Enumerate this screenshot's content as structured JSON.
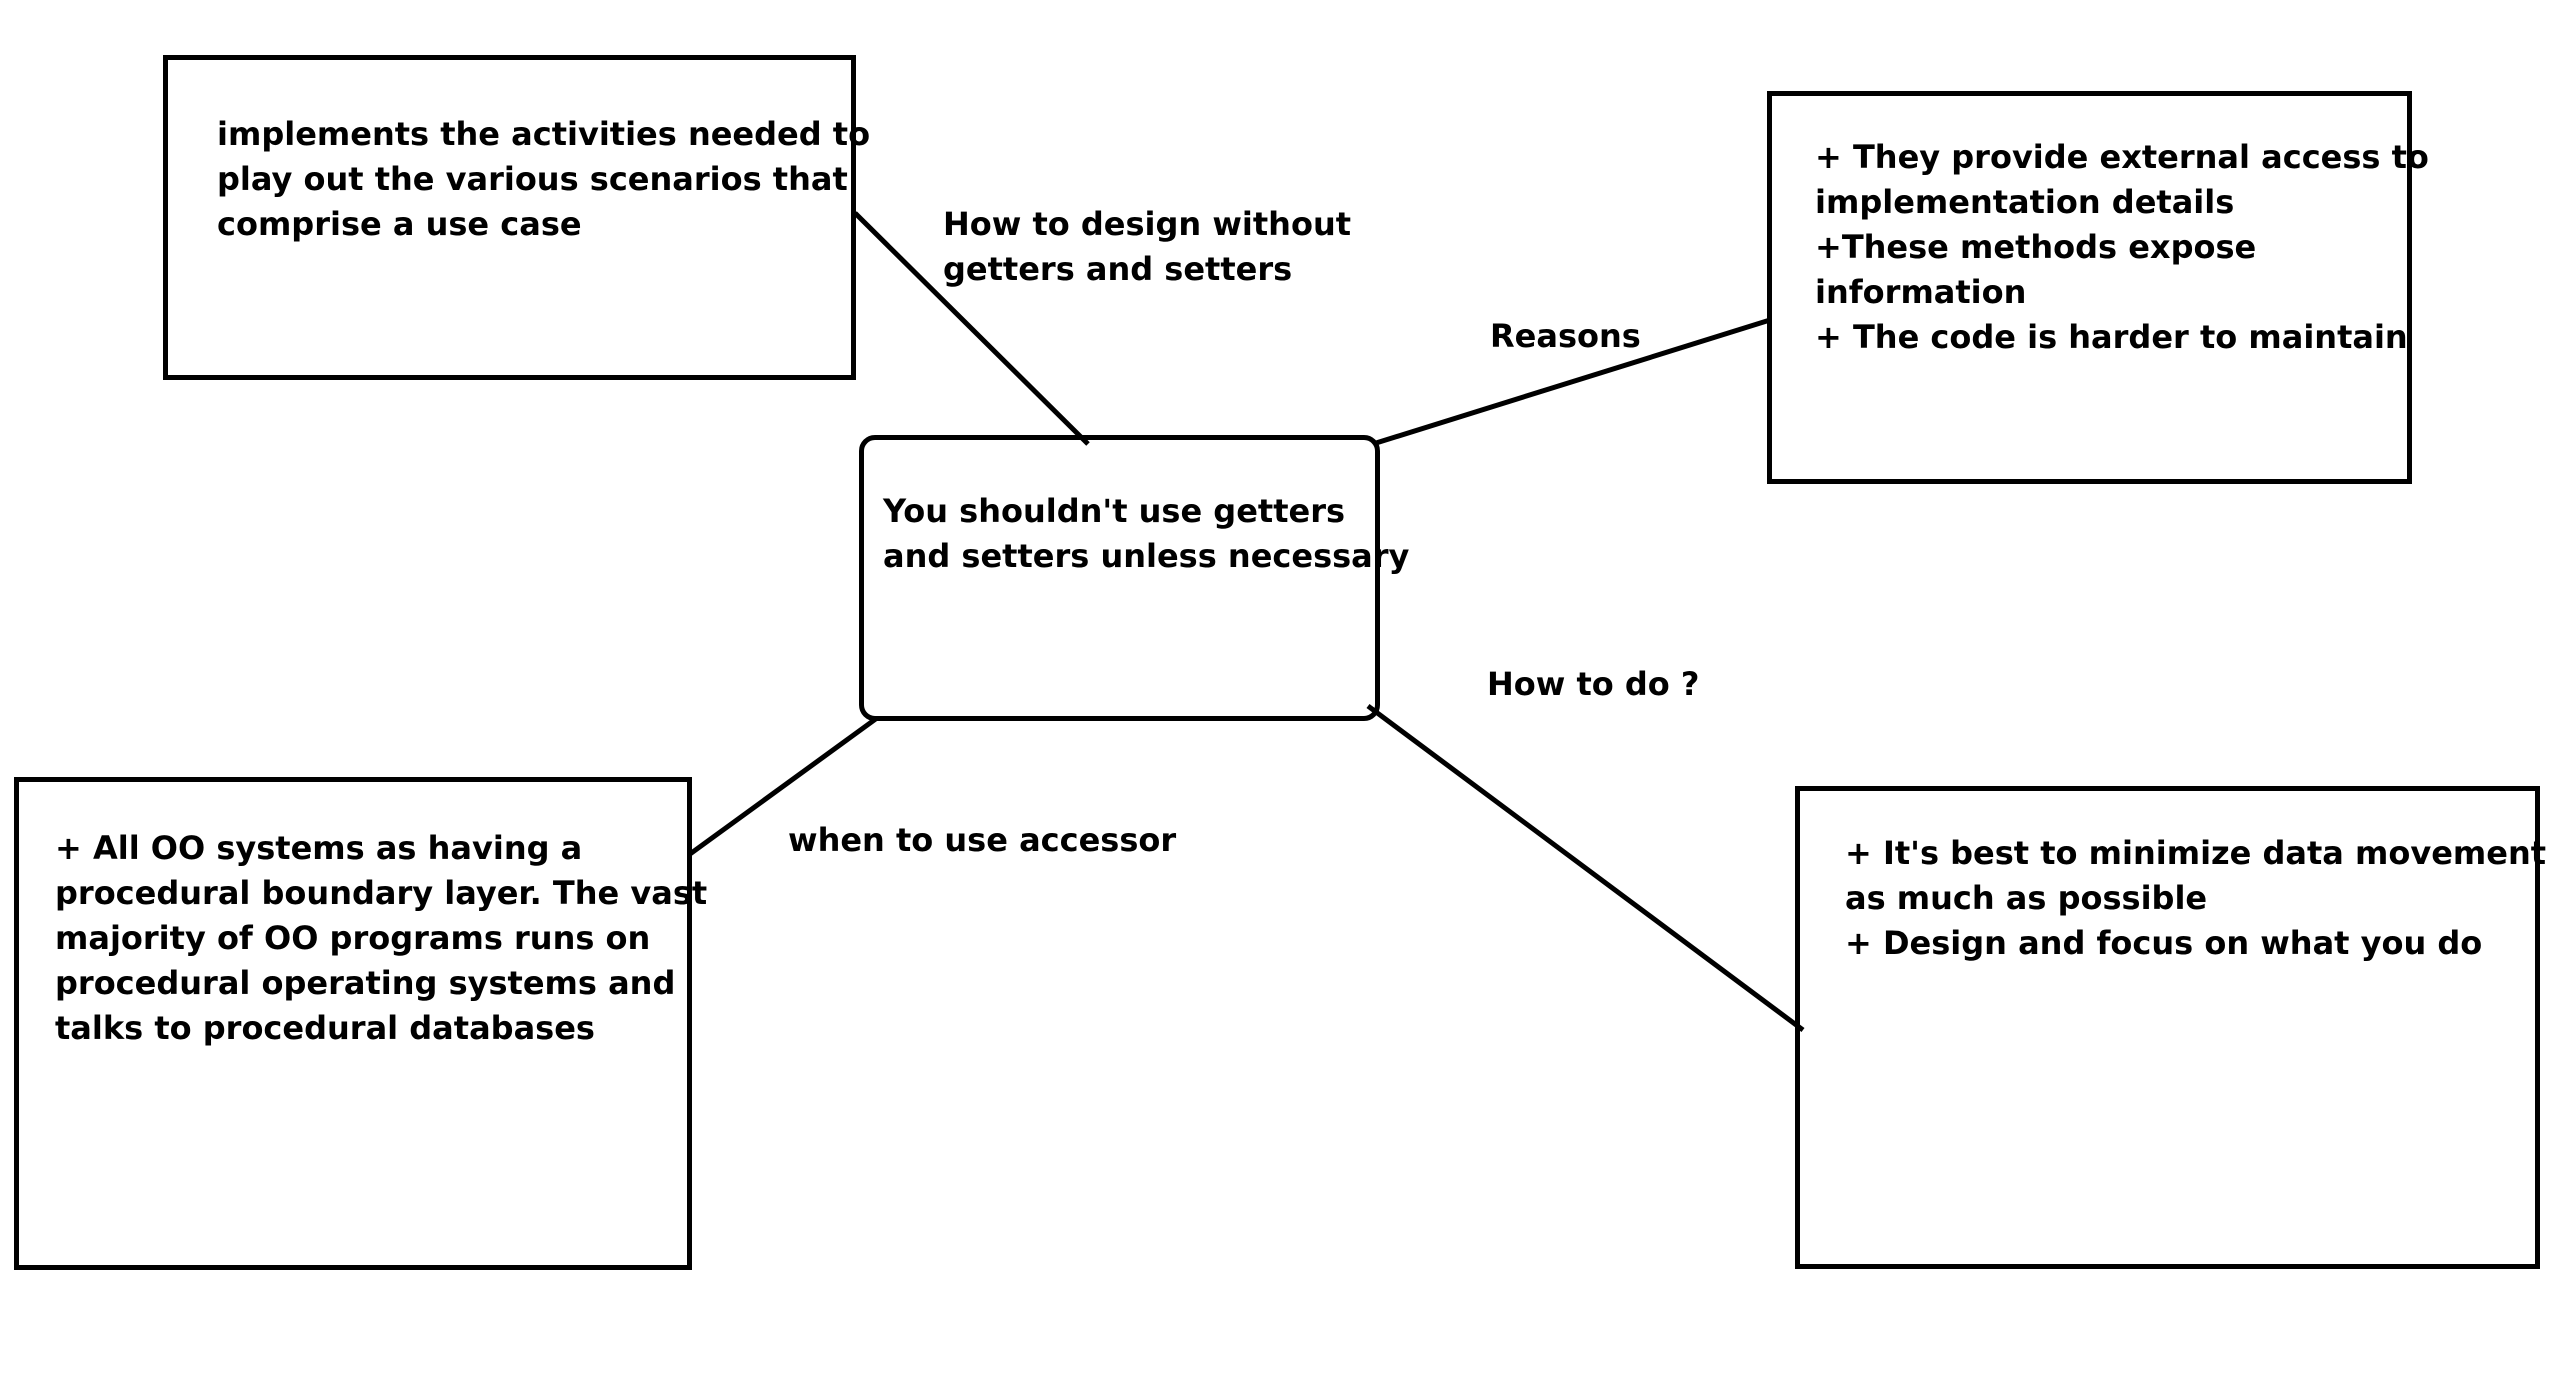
{
  "center": {
    "lines": [
      "You shouldn't use getters",
      "and setters unless necessary"
    ]
  },
  "top_left": {
    "lines": [
      "implements the activities needed to",
      "play out the various scenarios that",
      "comprise a use case"
    ]
  },
  "top_right": {
    "lines": [
      "+ They provide external access to",
      "implementation details",
      "+These methods expose",
      "information",
      "+ The code is harder to maintain"
    ]
  },
  "bottom_left": {
    "lines": [
      "+ All OO systems as having a",
      "procedural boundary layer. The vast",
      "majority of OO programs runs on",
      "procedural operating systems and",
      "talks to procedural databases"
    ]
  },
  "bottom_right": {
    "lines": [
      "+ It's best to minimize data movement",
      "as much as possible",
      "+ Design and focus on what you do"
    ]
  },
  "edges": {
    "design_label": [
      "How to design without",
      "getters and setters"
    ],
    "reasons_label": "Reasons",
    "how_to_do_label": "How to do ?",
    "accessor_label": "when to use accessor"
  }
}
